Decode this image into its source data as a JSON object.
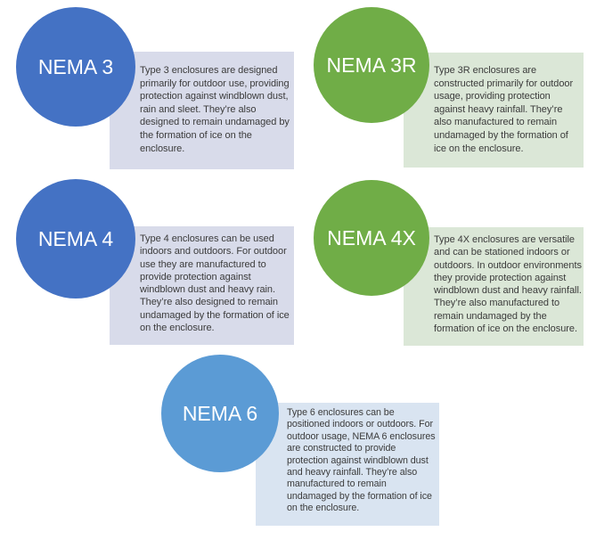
{
  "diagram": {
    "colors": {
      "background": "#FFFFFF",
      "blue_circle": "#4472C4",
      "green_circle": "#70AD47",
      "light_blue_circle": "#5B9BD5",
      "blue_box_fill": "#D8DBEA",
      "green_box_fill": "#DBE7D7",
      "light_blue_box_fill": "#D9E4F1",
      "body_text": "#3B3B3B",
      "label_text": "#FFFFFF"
    },
    "items": [
      {
        "label": "NEMA 3",
        "theme": "blue",
        "description": "Type 3 enclosures are designed primarily for outdoor use, providing protection against windblown dust, rain and sleet. They’re also designed to remain undamaged by the formation of ice on the enclosure."
      },
      {
        "label": "NEMA 3R",
        "theme": "green",
        "description": "Type 3R enclosures are constructed primarily for outdoor usage, providing protection against heavy rainfall. They’re also manufactured to remain undamaged by the formation of ice on the enclosure."
      },
      {
        "label": "NEMA 4",
        "theme": "blue",
        "description": "Type 4 enclosures can be used indoors and outdoors. For outdoor use they are manufactured to provide protection against windblown dust and heavy rain. They’re also designed to remain undamaged by the formation of ice on the enclosure."
      },
      {
        "label": "NEMA 4X",
        "theme": "green",
        "description": "Type 4X enclosures are versatile and can be stationed indoors or outdoors. In outdoor environments they provide protection against windblown dust and heavy rainfall. They’re also manufactured to remain undamaged by the formation of ice on the enclosure."
      },
      {
        "label": "NEMA 6",
        "theme": "light-blue",
        "description": "Type 6 enclosures can be positioned indoors or outdoors. For outdoor usage, NEMA 6 enclosures are constructed to provide protection against windblown dust and heavy rainfall. They’re also manufactured to remain undamaged by the formation of ice on the enclosure."
      }
    ]
  }
}
